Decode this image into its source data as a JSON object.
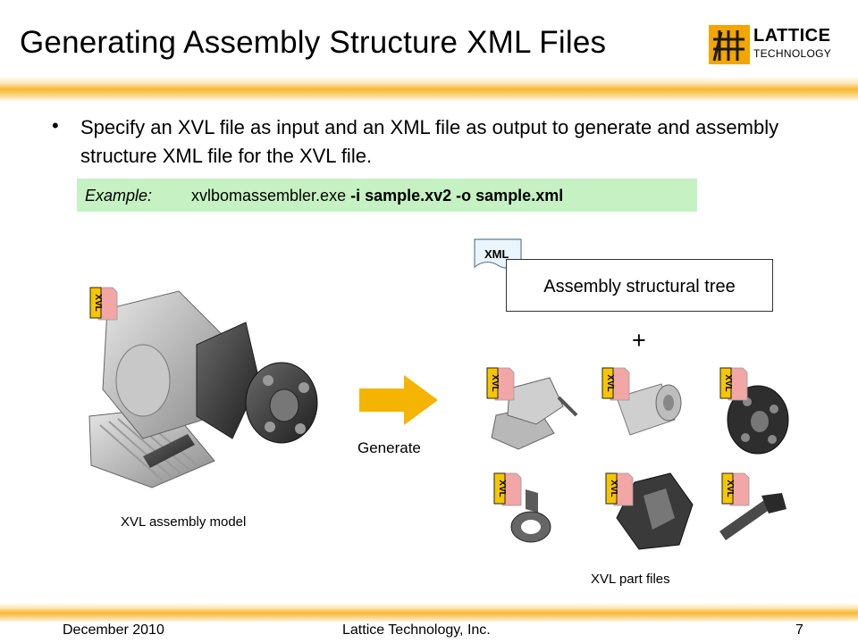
{
  "slide": {
    "title": "Generating Assembly Structure XML Files",
    "bullet_glyph": "•",
    "bullet_text": "Specify an XVL file as input and an XML file as output to generate and assembly structure XML file for the XVL file."
  },
  "logo": {
    "name": "LATTICE",
    "subtitle": "TECHNOLOGY",
    "color": "#f4a500"
  },
  "example": {
    "label": "Example:",
    "command": "xvlbomassembler.exe",
    "input_flag": "-i sample.xv2",
    "output_flag": "-o sample.xml",
    "background": "#c6f2c3"
  },
  "diagram": {
    "xml_icon_label": "XML",
    "tree_box_label": "Assembly structural tree",
    "plus": "+",
    "arrow_label": "Generate",
    "arrow_color": "#f5b400",
    "assembly_label": "XVL assembly model",
    "parts_label": "XVL part files",
    "xvl_icon_text": "XVL",
    "xvl_icon_colors": {
      "badge": "#f7c600",
      "page": "#f2a6a6"
    }
  },
  "footer": {
    "date": "December 2010",
    "company": "Lattice Technology, Inc.",
    "page": "7"
  }
}
